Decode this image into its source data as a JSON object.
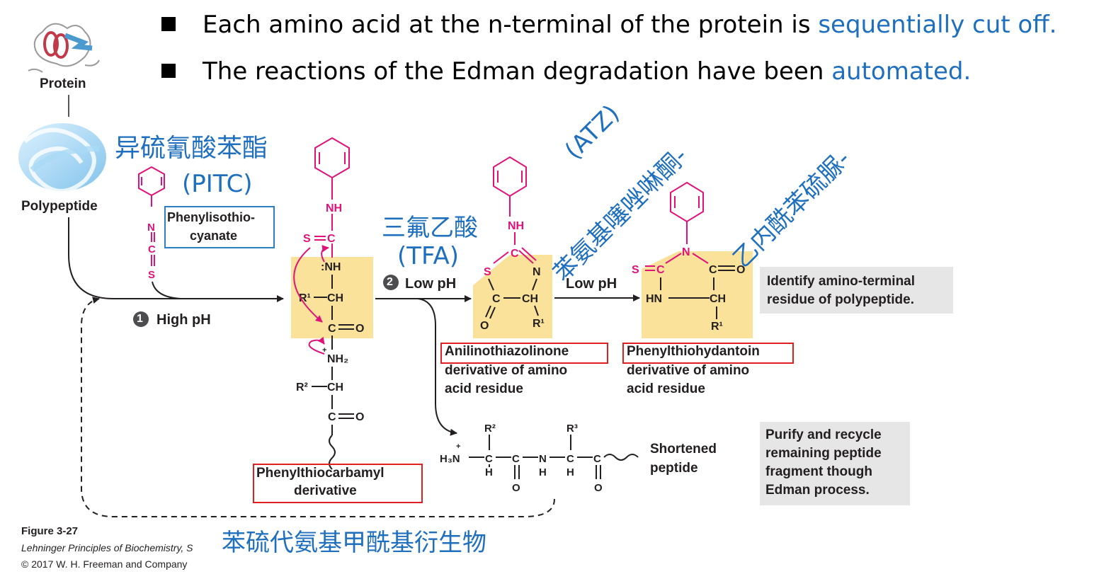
{
  "bullets": [
    {
      "text": "Each amino acid at the n-terminal of the protein is ",
      "highlight": "sequentially cut off."
    },
    {
      "text": "The reactions of the Edman degradation have been ",
      "highlight": "automated."
    }
  ],
  "left_labels": {
    "protein": "Protein",
    "polypeptide": "Polypeptide"
  },
  "annotations": {
    "pitc_cn": "异硫氰酸苯酯",
    "pitc_abbr": "(PITC)",
    "tfa_cn": "三氟乙酸",
    "tfa_abbr": "(TFA)",
    "atz_abbr": "(ATZ)",
    "atz_cn": "苯氨基噻唑啉酮-",
    "pth_cn": "乙内酰苯硫脲-",
    "ptc_cn": "苯硫代氨基甲酰基衍生物"
  },
  "reagents": {
    "pitc_name_1": "Phenylisothio-",
    "pitc_name_2": "cyanate"
  },
  "steps": [
    {
      "num": "1",
      "label": "High pH"
    },
    {
      "num": "2",
      "label": "Low pH"
    },
    {
      "num": "",
      "label": "Low pH"
    }
  ],
  "products": {
    "ptc_1": "Phenylthiocarbamyl",
    "ptc_2": "derivative",
    "atz_1": "Anilinothiazolinone",
    "atz_2": "derivative of amino",
    "atz_3": "acid residue",
    "pth_1": "Phenylthiohydantoin",
    "pth_2": "derivative of amino",
    "pth_3": "acid residue",
    "shortened_1": "Shortened",
    "shortened_2": "peptide"
  },
  "info_boxes": {
    "identify_1": "Identify amino-terminal",
    "identify_2": "residue of polypeptide.",
    "purify_1": "Purify and recycle",
    "purify_2": "remaining peptide",
    "purify_3": "fragment though",
    "purify_4": "Edman process."
  },
  "caption": {
    "figure": "Figure 3-27",
    "book": "Lehninger Principles of Biochemistry, S",
    "copyright": "© 2017 W. H. Freeman and Company"
  },
  "colors": {
    "magenta": "#e0127a",
    "blue": "#1f6fbf",
    "highlight": "#fbe29a",
    "red_box": "#e02020",
    "blue_box": "#2a7fc6",
    "grey_box": "#e6e6e6"
  }
}
